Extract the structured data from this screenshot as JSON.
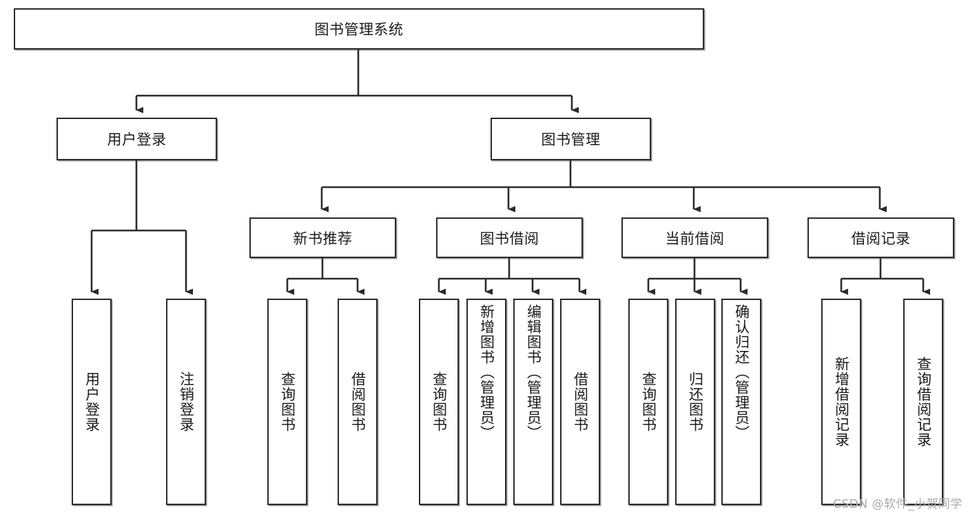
{
  "diagram": {
    "title": "图书管理系统",
    "type": "tree",
    "root": {
      "label": "图书管理系统"
    },
    "level2": [
      {
        "label": "用户登录"
      },
      {
        "label": "图书管理"
      }
    ],
    "level3": [
      {
        "label": "新书推荐"
      },
      {
        "label": "图书借阅"
      },
      {
        "label": "当前借阅"
      },
      {
        "label": "借阅记录"
      }
    ],
    "leaves": {
      "user_login": [
        {
          "label": "用户登录"
        },
        {
          "label": "注销登录"
        }
      ],
      "new_book_recommend": [
        {
          "label": "查询图书"
        },
        {
          "label": "借阅图书"
        }
      ],
      "book_borrow": [
        {
          "label": "查询图书"
        },
        {
          "label": "新增图书（管理员）"
        },
        {
          "label": "编辑图书（管理员）"
        },
        {
          "label": "借阅图书"
        }
      ],
      "current_borrow": [
        {
          "label": "查询图书"
        },
        {
          "label": "归还图书"
        },
        {
          "label": "确认归还（管理员）"
        }
      ],
      "borrow_records": [
        {
          "label": "新增借阅记录"
        },
        {
          "label": "查询借阅记录"
        }
      ]
    }
  },
  "watermark": {
    "text": "CSDN @软件_小贺同学"
  },
  "colors": {
    "stroke": "#2b2b2b",
    "fill": "#ffffff",
    "text": "#1b1b1b",
    "watermark": "#a9a9a9"
  }
}
